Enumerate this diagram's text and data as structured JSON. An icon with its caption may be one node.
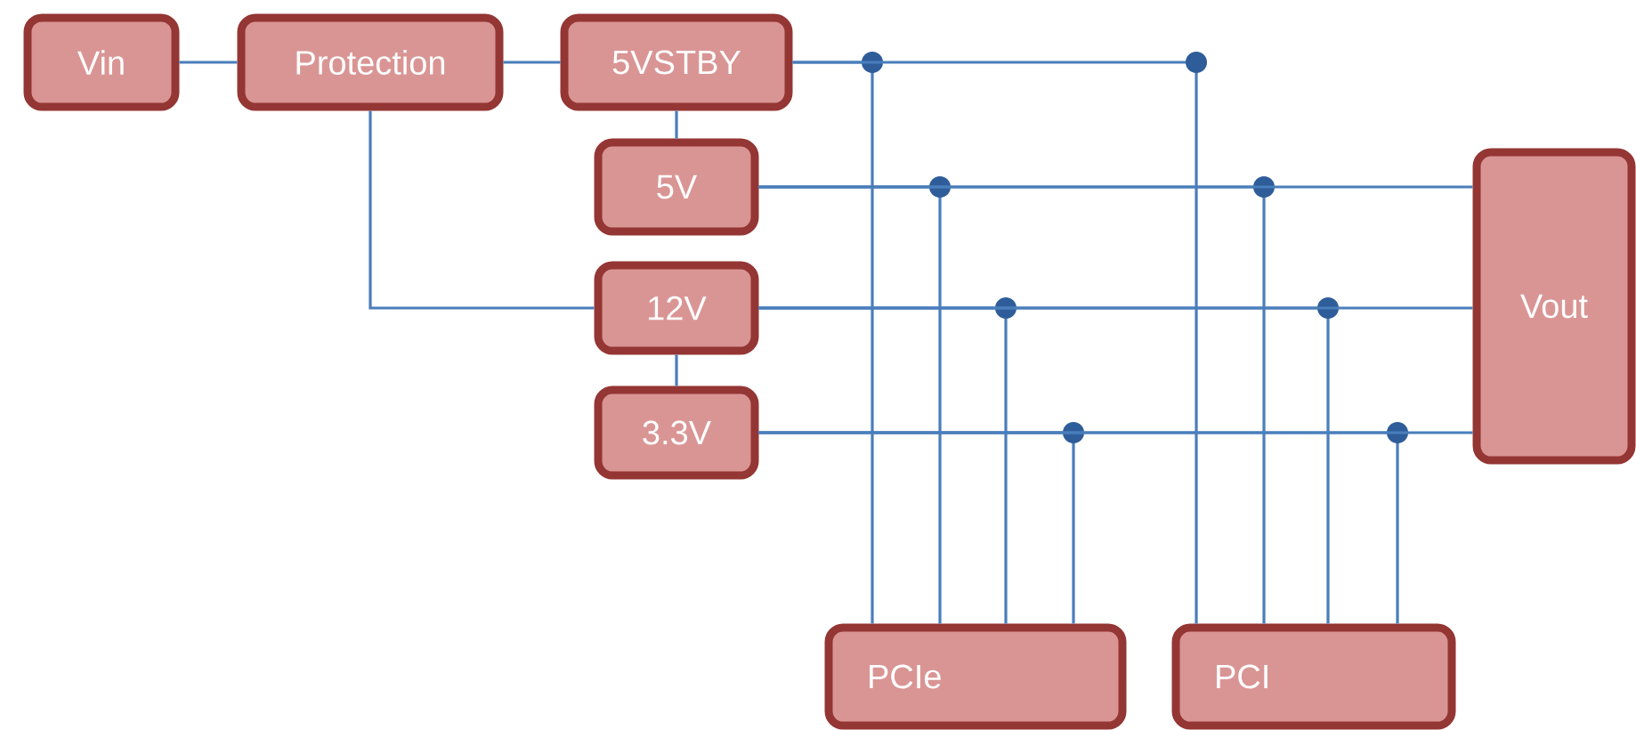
{
  "diagram": {
    "nodes": [
      {
        "text": [
          "Vin"
        ]
      },
      {
        "text": [
          "Protection"
        ]
      },
      {
        "text": [
          "5VSTBY"
        ]
      },
      {
        "text": [
          "5V"
        ]
      },
      {
        "text": [
          "12V"
        ]
      },
      {
        "text": [
          "3.3V"
        ]
      },
      {
        "text": [
          "Vout"
        ]
      },
      {
        "text": [
          "PCIe"
        ]
      },
      {
        "text": [
          "PCI"
        ]
      }
    ],
    "edges": [
      {
        "from": 0,
        "to": 1,
        "arrow": "none"
      },
      {
        "from": 1,
        "to": 2,
        "arrow": "none"
      },
      {
        "from": 2,
        "to": 3,
        "arrow": "none"
      },
      {
        "from": 1,
        "to": 4,
        "arrow": "none"
      },
      {
        "from": 4,
        "to": 5,
        "arrow": "none"
      },
      {
        "from": 2,
        "to": 7,
        "arrow": "none"
      },
      {
        "from": 2,
        "to": 8,
        "arrow": "none"
      },
      {
        "from": 3,
        "to": 7,
        "arrow": "none"
      },
      {
        "from": 3,
        "to": 8,
        "arrow": "none"
      },
      {
        "from": 3,
        "to": 6,
        "arrow": "none"
      },
      {
        "from": 4,
        "to": 7,
        "arrow": "none"
      },
      {
        "from": 4,
        "to": 8,
        "arrow": "none"
      },
      {
        "from": 4,
        "to": 6,
        "arrow": "none"
      },
      {
        "from": 5,
        "to": 7,
        "arrow": "none"
      },
      {
        "from": 5,
        "to": 8,
        "arrow": "none"
      },
      {
        "from": 5,
        "to": 6,
        "arrow": "none"
      }
    ]
  }
}
